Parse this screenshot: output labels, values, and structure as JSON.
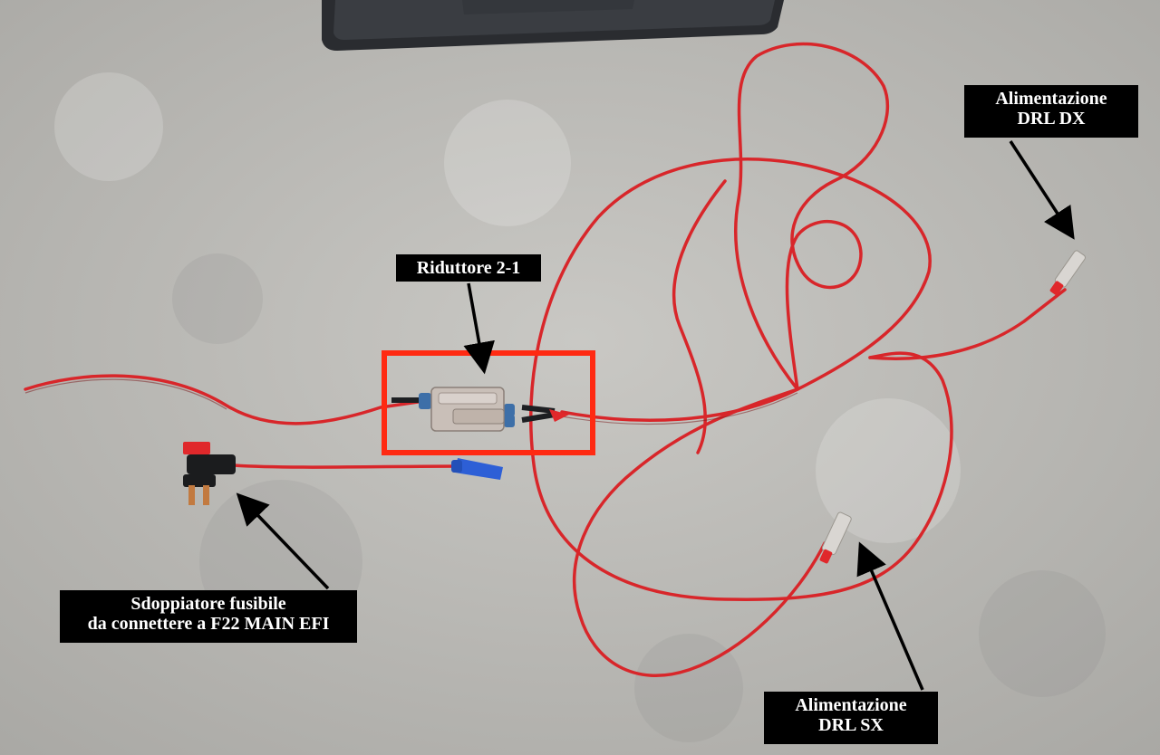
{
  "labels": {
    "riduttore": "Riduttore 2-1",
    "drl_dx": {
      "line1": "Alimentazione",
      "line2": "DRL DX"
    },
    "drl_sx": {
      "line1": "Alimentazione",
      "line2": "DRL SX"
    },
    "sdoppiatore": {
      "line1": "Sdoppiatore fusibile",
      "line2": "da connettere a F22 MAIN EFI"
    }
  },
  "colors": {
    "background": "#b9b8b4",
    "wire": "#d8262a",
    "highlight_box": "#ff2a12",
    "label_bg": "#000000",
    "label_text": "#ffffff",
    "laptop": "#2a2c30"
  }
}
